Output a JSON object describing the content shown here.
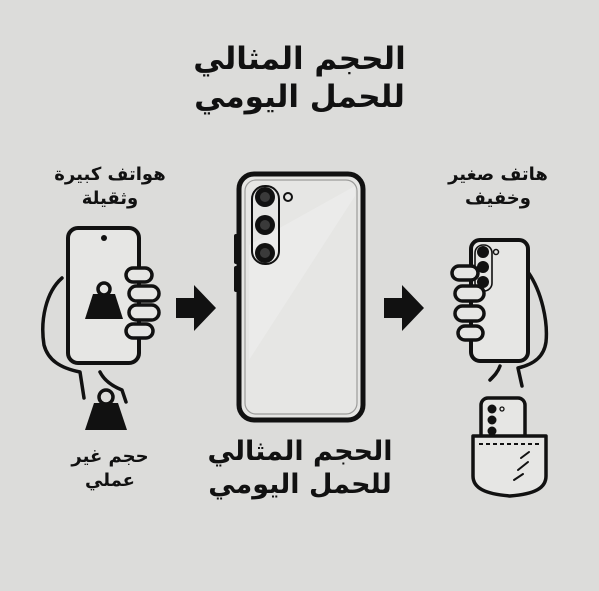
{
  "title": {
    "lines": [
      "الحجم المثالي",
      "للحمل اليومي"
    ]
  },
  "left": {
    "label_lines": [
      "هواتف كبيرة",
      "وثقيلة"
    ],
    "caption_lines": [
      "حجم غير",
      "عملي"
    ],
    "icon": "weight-icon"
  },
  "center": {
    "label_lines": [
      "الحجم المثالي",
      "للحمل اليومي"
    ],
    "icon": "smartphone-back-icon"
  },
  "right": {
    "label_lines": [
      "هاتف صغير",
      "وخفيف"
    ],
    "icon": "pocket-icon"
  },
  "colors": {
    "background": "#dcdcda",
    "ink": "#111111",
    "phone_fill": "#e6e6e4"
  }
}
